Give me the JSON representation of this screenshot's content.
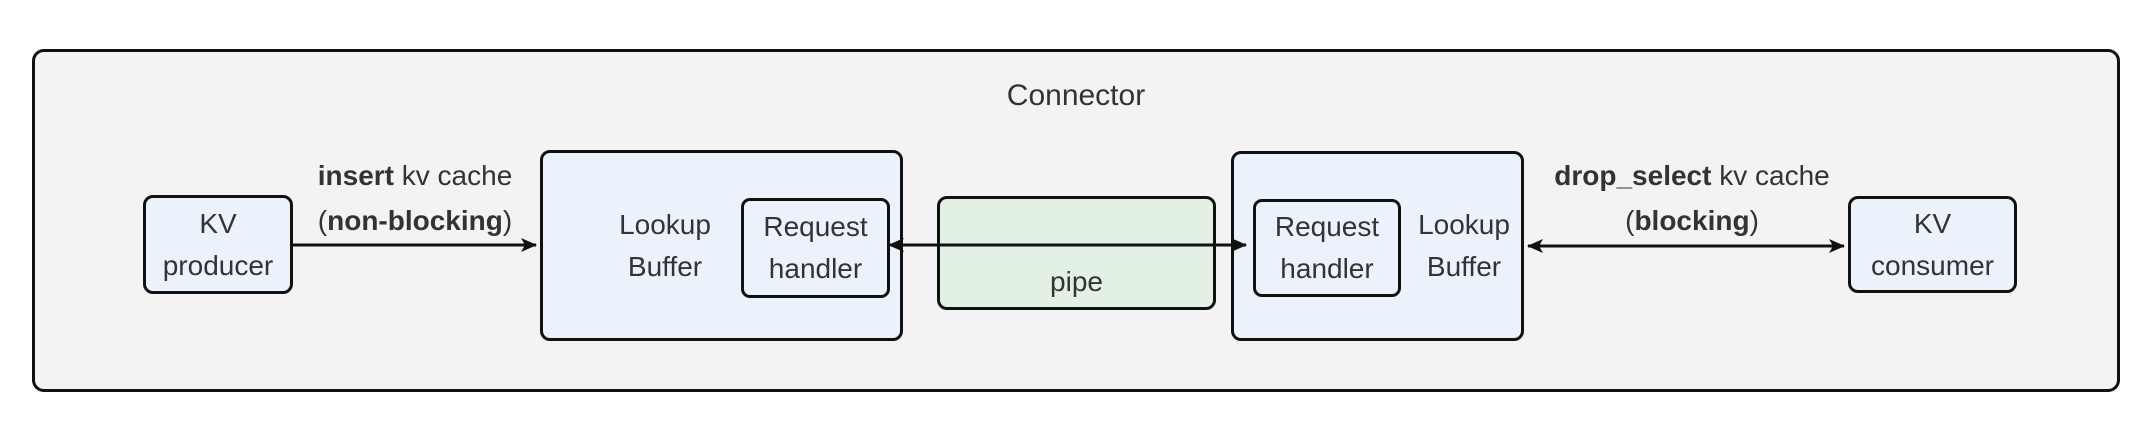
{
  "diagram": {
    "title": "Connector",
    "nodes": {
      "kv_producer": {
        "line1": "KV",
        "line2": "producer"
      },
      "lookup_buffer_left": {
        "line1": "Lookup",
        "line2": "Buffer"
      },
      "request_handler_left": {
        "line1": "Request",
        "line2": "handler"
      },
      "pipe": {
        "label": "pipe"
      },
      "request_handler_right": {
        "line1": "Request",
        "line2": "handler"
      },
      "lookup_buffer_right": {
        "line1": "Lookup",
        "line2": "Buffer"
      },
      "kv_consumer": {
        "line1": "KV",
        "line2": "consumer"
      }
    },
    "edges": {
      "insert": {
        "line1_bold": "insert",
        "line1_rest": " kv cache",
        "line2_open": "(",
        "line2_bold": "non-blocking",
        "line2_close": ")"
      },
      "drop_select": {
        "line1_bold": "drop_select",
        "line1_rest": " kv cache",
        "line2_open": "(",
        "line2_bold": "blocking",
        "line2_close": ")"
      }
    },
    "colors": {
      "connector_fill": "#f3f3f3",
      "node_fill": "#ecf2fb",
      "pipe_fill": "#e2f1e4",
      "border": "#111111",
      "text": "#333333",
      "arrow": "#111111"
    }
  }
}
